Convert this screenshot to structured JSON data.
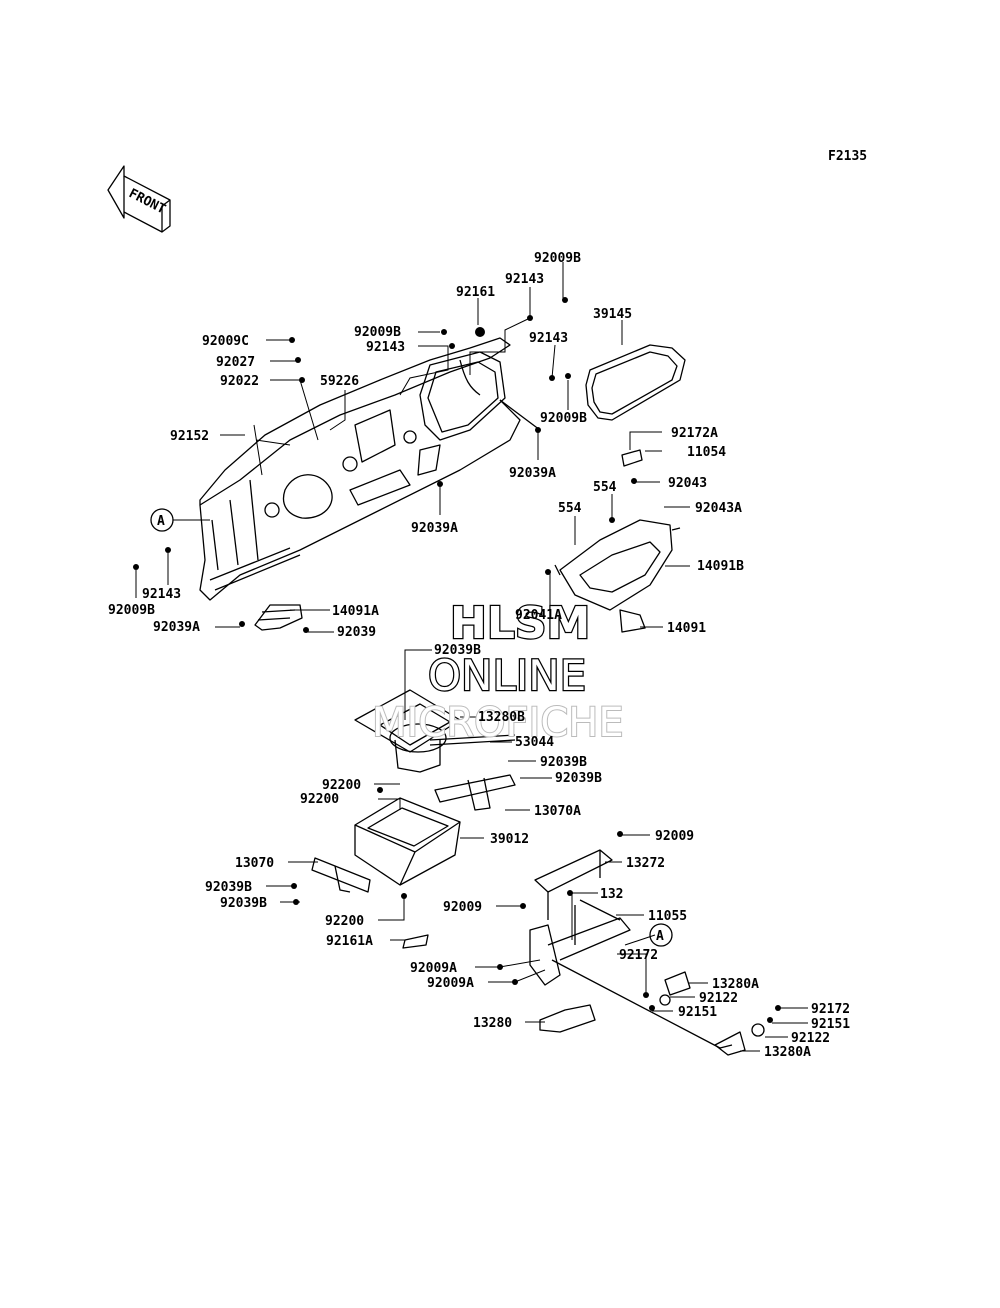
{
  "figure_code": "F2135",
  "front_arrow_label": "FRONT",
  "callout_marker": "A",
  "watermark": {
    "line1": "HLSM",
    "line2": "ONLINE",
    "line3": "MICROFICHE"
  },
  "labels": {
    "l_92009B_top": "92009B",
    "l_92143_top": "92143",
    "l_92161": "92161",
    "l_39145": "39145",
    "l_92009C": "92009C",
    "l_92009B_2": "92009B",
    "l_92143_2": "92143",
    "l_92143_3": "92143",
    "l_92027": "92027",
    "l_92022": "92022",
    "l_59226": "59226",
    "l_92009B_3": "92009B",
    "l_92152": "92152",
    "l_92172A": "92172A",
    "l_11054": "11054",
    "l_92039A_1": "92039A",
    "l_92043": "92043",
    "l_554_1": "554",
    "l_92039A_2": "92039A",
    "l_554_2": "554",
    "l_92043A": "92043A",
    "l_14091B": "14091B",
    "l_92143_4": "92143",
    "l_92009B_4": "92009B",
    "l_92039A_3": "92039A",
    "l_14091A": "14091A",
    "l_92039": "92039",
    "l_92041A": "92041A",
    "l_14091": "14091",
    "l_92039B_1": "92039B",
    "l_13280B": "13280B",
    "l_53044": "53044",
    "l_92039B_2": "92039B",
    "l_92039B_3": "92039B",
    "l_92200_1": "92200",
    "l_92200_2": "92200",
    "l_13070A": "13070A",
    "l_39012": "39012",
    "l_92009": "92009",
    "l_13070": "13070",
    "l_13272": "13272",
    "l_92039B_4": "92039B",
    "l_92039B_5": "92039B",
    "l_132": "132",
    "l_92009_2": "92009",
    "l_11055": "11055",
    "l_92200_3": "92200",
    "l_92161A": "92161A",
    "l_92172_1": "92172",
    "l_92009A_1": "92009A",
    "l_13280A_1": "13280A",
    "l_92009A_2": "92009A",
    "l_92122_1": "92122",
    "l_92151_1": "92151",
    "l_13280": "13280",
    "l_92172_2": "92172",
    "l_92151_2": "92151",
    "l_92122_2": "92122",
    "l_13280A_2": "13280A"
  }
}
